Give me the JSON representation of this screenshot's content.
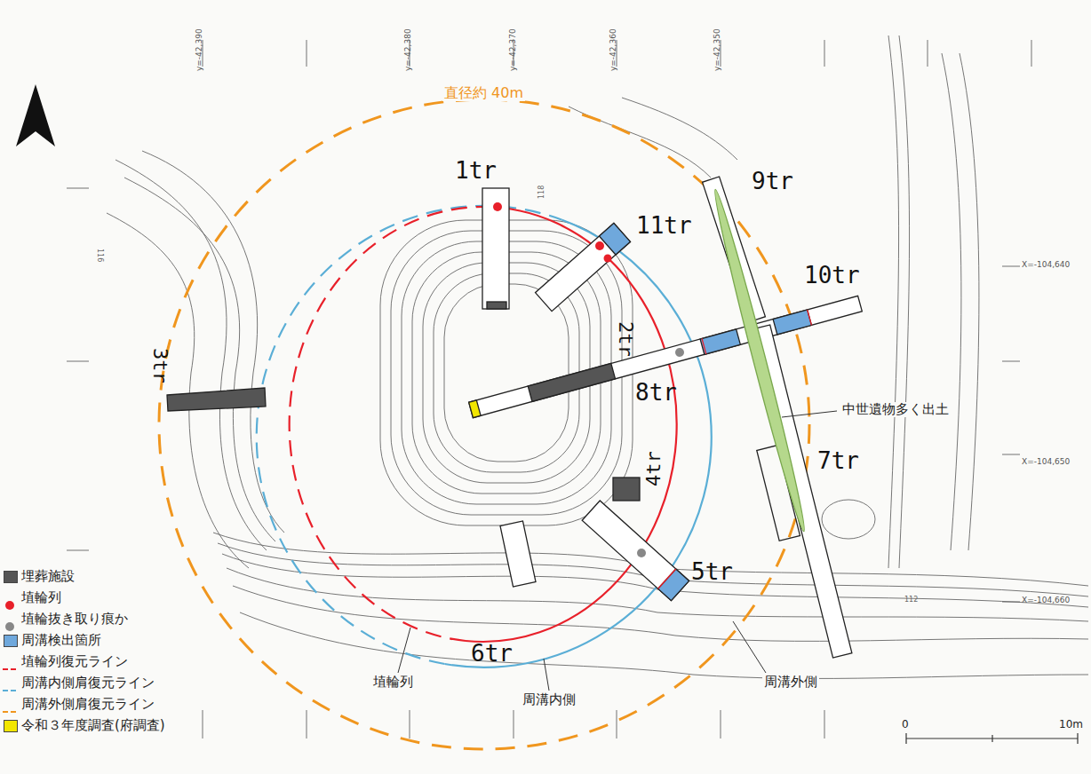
{
  "diagram": {
    "labels": [
      "直径約 40m",
      "1tr",
      "11tr",
      "9tr",
      "10tr",
      "2tr",
      "8tr",
      "3tr",
      "4tr",
      "5tr",
      "6tr",
      "7tr",
      "中世遺物多く出土",
      "埴輪列",
      "周溝内側",
      "周溝外側",
      "y=-42,390",
      "y=-42,380",
      "y=-42,370",
      "y=-42,360",
      "y=-42,350",
      "X=-104,640",
      "X=-104,650",
      "X=-104,660",
      "0",
      "10m",
      "118",
      "116",
      "112"
    ],
    "legend": [
      {
        "text": "埋葬施設",
        "color": "#555555"
      },
      {
        "text": "埴輪列"
      },
      {
        "text": "埴輪抜き取り痕か"
      },
      {
        "text": "周溝検出箇所",
        "color": "#6fa8dc"
      },
      {
        "text": "埴輪列復元ライン"
      },
      {
        "text": "周溝内側肩復元ライン"
      },
      {
        "text": "周溝外側肩復元ライン"
      },
      {
        "text": "令和３年度調査(府調査)",
        "color": "#f2e600"
      }
    ]
  }
}
